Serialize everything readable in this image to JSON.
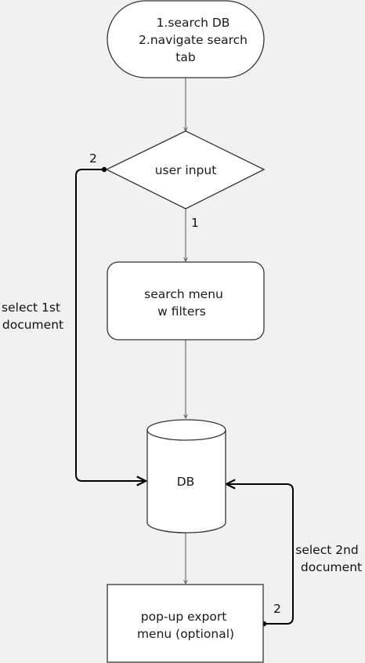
{
  "diagram": {
    "nodes": {
      "start": {
        "shape": "terminal",
        "lines": [
          "1.search DB",
          "2.navigate search",
          "tab"
        ]
      },
      "decision": {
        "shape": "diamond",
        "lines": [
          "user input"
        ]
      },
      "search_menu": {
        "shape": "rounded-rectangle",
        "lines": [
          "search menu",
          "w filters"
        ]
      },
      "db": {
        "shape": "cylinder",
        "lines": [
          "DB"
        ]
      },
      "export_menu": {
        "shape": "rectangle",
        "lines": [
          "pop-up export",
          "menu (optional)"
        ]
      }
    },
    "edges": {
      "start_to_decision": {
        "from": "start",
        "to": "decision"
      },
      "decision_to_search": {
        "from": "decision",
        "to": "search_menu",
        "port_label": "1"
      },
      "decision_to_db": {
        "from": "decision",
        "to": "db",
        "port_label": "2",
        "label": [
          "select 1st",
          "document"
        ]
      },
      "search_to_db": {
        "from": "search_menu",
        "to": "db"
      },
      "db_to_export": {
        "from": "db",
        "to": "export_menu"
      },
      "export_to_db": {
        "from": "export_menu",
        "to": "db",
        "port_label": "2",
        "label": [
          "select 2nd",
          "document"
        ]
      }
    },
    "colors": {
      "background": "#f1f1f1",
      "node_fill": "#ffffff",
      "stroke": "#333333",
      "thin_edge": "#555555",
      "bold_edge": "#000000"
    }
  }
}
